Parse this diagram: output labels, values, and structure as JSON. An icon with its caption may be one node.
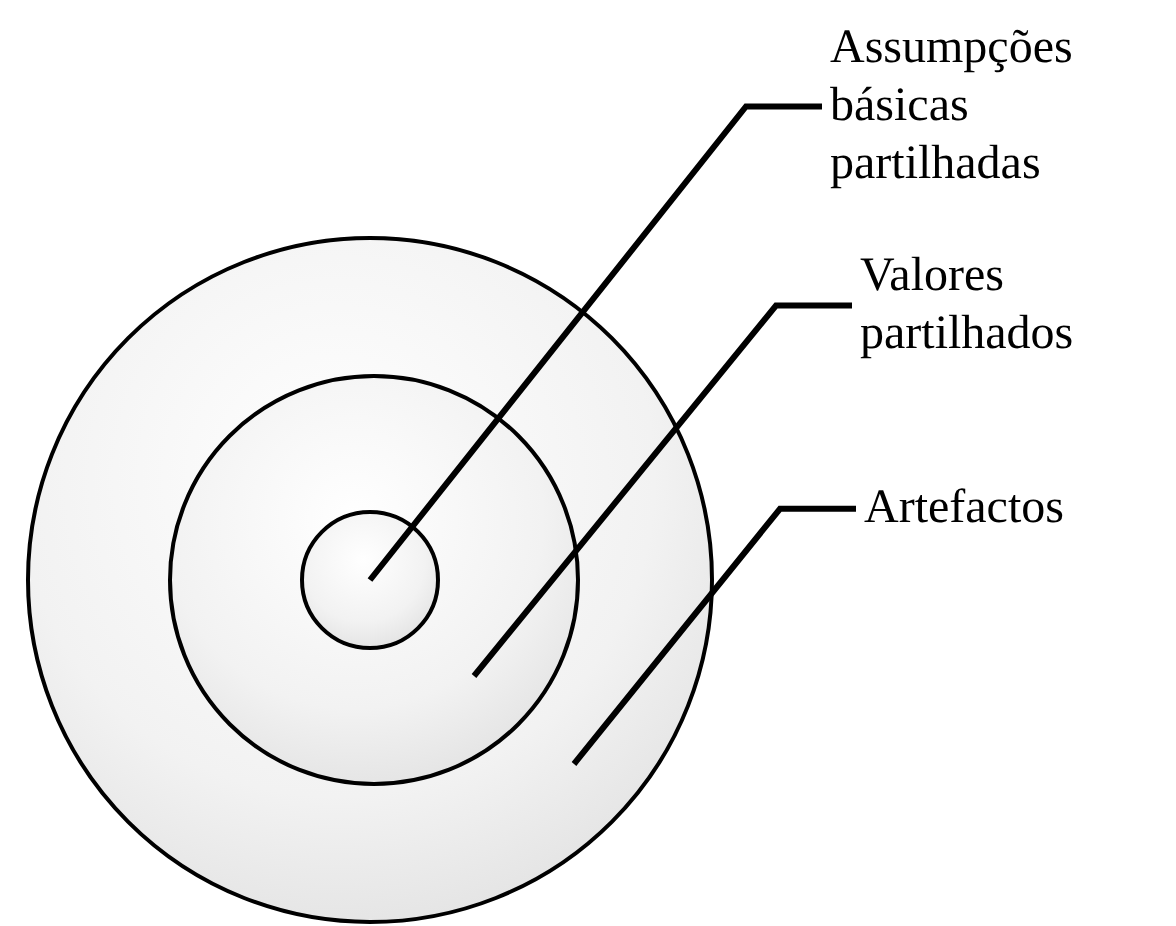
{
  "diagram": {
    "nodes": [
      {
        "text": [],
        "shape": "circle"
      },
      {
        "text": [],
        "shape": "circle",
        "in": 0
      },
      {
        "text": [],
        "shape": "circle",
        "in": 1
      },
      {
        "text": [
          "Assumpções básicas partilhadas"
        ]
      },
      {
        "text": [
          "Valores partilhados"
        ]
      },
      {
        "text": [
          "Artefactos"
        ]
      }
    ],
    "edges": [
      {
        "from": 3,
        "to": 2,
        "arrow": "none"
      },
      {
        "from": 4,
        "to": 1,
        "arrow": "none"
      },
      {
        "from": 5,
        "to": 0,
        "arrow": "none"
      }
    ]
  }
}
